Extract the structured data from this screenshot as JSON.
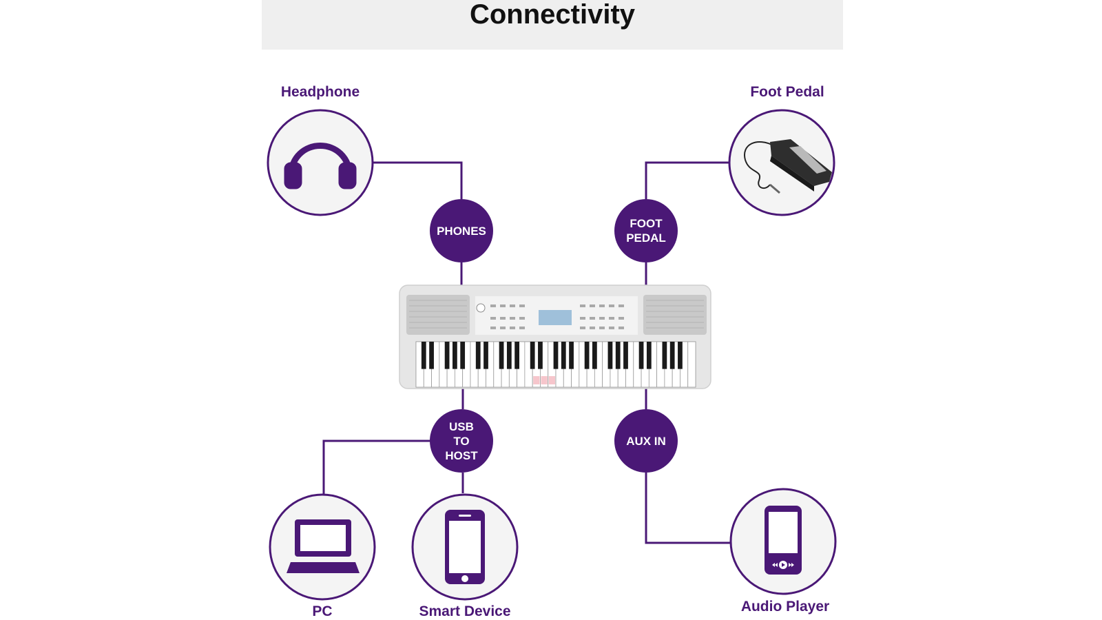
{
  "title": "Connectivity",
  "colors": {
    "accent": "#4a1876",
    "banner": "#efefef",
    "circle_fill": "#f4f4f4",
    "line": "#4a1876"
  },
  "ports": {
    "phones": "PHONES",
    "foot_pedal": "FOOT\nPEDAL",
    "usb_to_host": "USB\nTO\nHOST",
    "aux_in": "AUX IN"
  },
  "devices": {
    "headphone": {
      "label": "Headphone",
      "icon": "headphones-icon"
    },
    "foot_pedal": {
      "label": "Foot Pedal",
      "icon": "sustain-pedal-image"
    },
    "pc": {
      "label": "PC",
      "icon": "laptop-icon"
    },
    "smart_device": {
      "label": "Smart Device",
      "icon": "smartphone-icon"
    },
    "audio_player": {
      "label": "Audio Player",
      "icon": "media-player-icon"
    }
  },
  "center": {
    "icon": "keyboard-image"
  }
}
